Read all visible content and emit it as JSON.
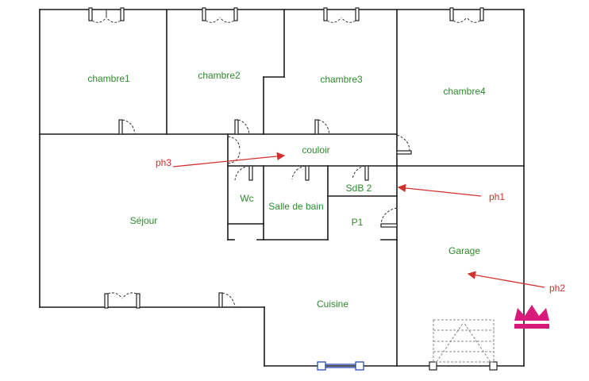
{
  "rooms": {
    "chambre1": "chambre1",
    "chambre2": "chambre2",
    "chambre3": "chambre3",
    "chambre4": "chambre4",
    "couloir": "couloir",
    "sejour": "Séjour",
    "wc": "Wc",
    "salle_de_bain": "Salle de bain",
    "sdb2": "SdB 2",
    "p1": "P1",
    "garage": "Garage",
    "cuisine": "Cuisine"
  },
  "annotations": {
    "ph1": "ph1",
    "ph2": "ph2",
    "ph3": "ph3"
  },
  "colors": {
    "room_label": "#2e8b2e",
    "annotation": "#d0312d",
    "logo": "#d81b7a",
    "window": "#1a3fb5"
  },
  "logo": {
    "icon": "crown-icon"
  }
}
